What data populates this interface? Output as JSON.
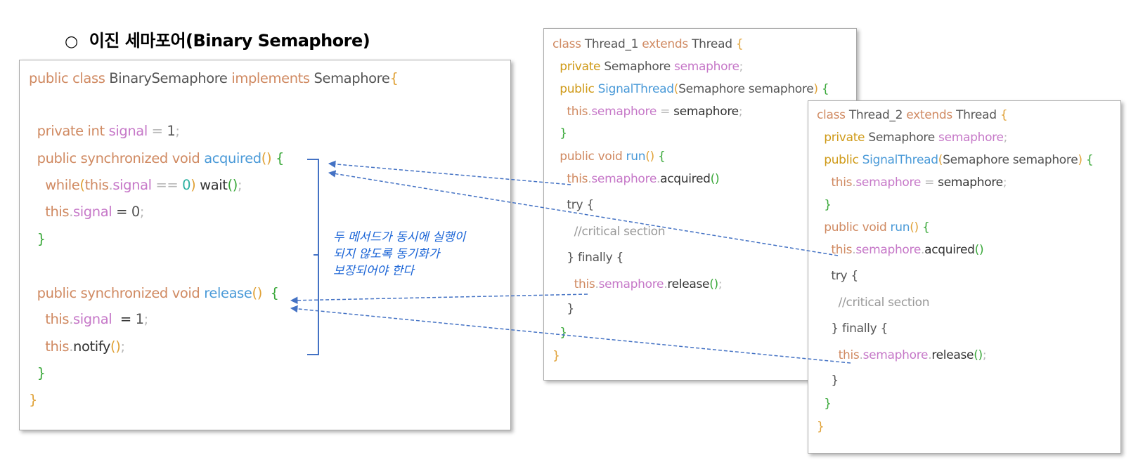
{
  "heading": {
    "bullet": "○",
    "text": "이진 세마포어(Binary Semaphore)"
  },
  "main_code": [
    [
      {
        "t": "public class ",
        "c": "kw"
      },
      {
        "t": "BinarySemaphore ",
        "c": "ty"
      },
      {
        "t": "implements ",
        "c": "kw"
      },
      {
        "t": "Semaphore",
        "c": "ty"
      },
      {
        "t": "{",
        "c": "br"
      }
    ],
    [],
    [
      {
        "t": "  private int ",
        "c": "kw"
      },
      {
        "t": "signal ",
        "c": "pr"
      },
      {
        "t": "= ",
        "c": "op"
      },
      {
        "t": "1",
        "c": "nm"
      },
      {
        "t": ";",
        "c": "op"
      }
    ],
    [
      {
        "t": "  public synchronized void ",
        "c": "kw"
      },
      {
        "t": "acquired",
        "c": "fn"
      },
      {
        "t": "() ",
        "c": "br"
      },
      {
        "t": "{",
        "c": "pa"
      }
    ],
    [
      {
        "t": "    while",
        "c": "kw"
      },
      {
        "t": "(",
        "c": "br"
      },
      {
        "t": "this",
        "c": "th"
      },
      {
        "t": ".",
        "c": "op"
      },
      {
        "t": "signal ",
        "c": "pr"
      },
      {
        "t": "== ",
        "c": "op"
      },
      {
        "t": "0",
        "c": "z"
      },
      {
        "t": ") ",
        "c": "br"
      },
      {
        "t": "wait",
        "c": "pl"
      },
      {
        "t": "()",
        "c": "pa"
      },
      {
        "t": ";",
        "c": "op"
      }
    ],
    [
      {
        "t": "    this",
        "c": "th"
      },
      {
        "t": ".",
        "c": "op"
      },
      {
        "t": "signal ",
        "c": "pr"
      },
      {
        "t": "= ",
        "c": "pl"
      },
      {
        "t": "0",
        "c": "nm"
      },
      {
        "t": ";",
        "c": "op"
      }
    ],
    [
      {
        "t": "  }",
        "c": "pa"
      }
    ],
    [],
    [
      {
        "t": "  public synchronized void ",
        "c": "kw"
      },
      {
        "t": "release",
        "c": "fn"
      },
      {
        "t": "() ",
        "c": "br"
      },
      {
        "t": " {",
        "c": "pa"
      }
    ],
    [
      {
        "t": "    this",
        "c": "th"
      },
      {
        "t": ".",
        "c": "op"
      },
      {
        "t": "signal  ",
        "c": "pr"
      },
      {
        "t": "= ",
        "c": "pl"
      },
      {
        "t": "1",
        "c": "nm"
      },
      {
        "t": ";",
        "c": "op"
      }
    ],
    [
      {
        "t": "    this",
        "c": "th"
      },
      {
        "t": ".",
        "c": "op"
      },
      {
        "t": "notify",
        "c": "pl"
      },
      {
        "t": "()",
        "c": "br"
      },
      {
        "t": ";",
        "c": "op"
      }
    ],
    [
      {
        "t": "  }",
        "c": "pa"
      }
    ],
    [
      {
        "t": "}",
        "c": "br"
      }
    ]
  ],
  "thread1_code": [
    [
      {
        "t": "class ",
        "c": "kw"
      },
      {
        "t": "Thread_1 ",
        "c": "ty"
      },
      {
        "t": "extends ",
        "c": "kw"
      },
      {
        "t": "Thread ",
        "c": "ty"
      },
      {
        "t": "{",
        "c": "br"
      }
    ],
    [
      {
        "t": "  private ",
        "c": "kw2"
      },
      {
        "t": "Semaphore ",
        "c": "ty"
      },
      {
        "t": "semaphore",
        "c": "pr"
      },
      {
        "t": ";",
        "c": "op"
      }
    ],
    [
      {
        "t": "  public ",
        "c": "kw2"
      },
      {
        "t": "SignalThread",
        "c": "fn"
      },
      {
        "t": "(",
        "c": "br"
      },
      {
        "t": "Semaphore semaphore",
        "c": "ty"
      },
      {
        "t": ") ",
        "c": "br"
      },
      {
        "t": "{",
        "c": "pa"
      }
    ],
    [
      {
        "t": "    this",
        "c": "th"
      },
      {
        "t": ".",
        "c": "op"
      },
      {
        "t": "semaphore ",
        "c": "pr"
      },
      {
        "t": "= ",
        "c": "op"
      },
      {
        "t": "semaphore",
        "c": "pl"
      },
      {
        "t": ";",
        "c": "op"
      }
    ],
    [
      {
        "t": "  }",
        "c": "pa"
      }
    ],
    [
      {
        "t": "  public void ",
        "c": "kw"
      },
      {
        "t": "run",
        "c": "fn"
      },
      {
        "t": "() ",
        "c": "br"
      },
      {
        "t": "{",
        "c": "pa"
      }
    ],
    [
      {
        "t": "    this",
        "c": "th"
      },
      {
        "t": ".",
        "c": "op"
      },
      {
        "t": "semaphore",
        "c": "pr"
      },
      {
        "t": ".",
        "c": "op"
      },
      {
        "t": "acquired",
        "c": "pl"
      },
      {
        "t": "()",
        "c": "pa"
      }
    ],
    [
      {
        "t": "    try {",
        "c": "nm"
      }
    ],
    [
      {
        "t": "      //critical section",
        "c": "cm"
      }
    ],
    [
      {
        "t": "    } finally {",
        "c": "nm"
      }
    ],
    [
      {
        "t": "      this",
        "c": "th"
      },
      {
        "t": ".",
        "c": "op"
      },
      {
        "t": "semaphore",
        "c": "pr"
      },
      {
        "t": ".",
        "c": "op"
      },
      {
        "t": "release",
        "c": "pl"
      },
      {
        "t": "()",
        "c": "pa"
      },
      {
        "t": ";",
        "c": "op"
      }
    ],
    [
      {
        "t": "    }",
        "c": "nm"
      }
    ],
    [
      {
        "t": "  }",
        "c": "pa"
      }
    ],
    [
      {
        "t": "}",
        "c": "br"
      }
    ]
  ],
  "thread2_code": [
    [
      {
        "t": "class ",
        "c": "kw"
      },
      {
        "t": "Thread_2 ",
        "c": "ty"
      },
      {
        "t": "extends ",
        "c": "kw"
      },
      {
        "t": "Thread ",
        "c": "ty"
      },
      {
        "t": "{",
        "c": "br"
      }
    ],
    [
      {
        "t": "  private ",
        "c": "kw2"
      },
      {
        "t": "Semaphore ",
        "c": "ty"
      },
      {
        "t": "semaphore",
        "c": "pr"
      },
      {
        "t": ";",
        "c": "op"
      }
    ],
    [
      {
        "t": "  public ",
        "c": "kw2"
      },
      {
        "t": "SignalThread",
        "c": "fn"
      },
      {
        "t": "(",
        "c": "br"
      },
      {
        "t": "Semaphore semaphore",
        "c": "ty"
      },
      {
        "t": ") ",
        "c": "br"
      },
      {
        "t": "{",
        "c": "pa"
      }
    ],
    [
      {
        "t": "    this",
        "c": "th"
      },
      {
        "t": ".",
        "c": "op"
      },
      {
        "t": "semaphore ",
        "c": "pr"
      },
      {
        "t": "= ",
        "c": "op"
      },
      {
        "t": "semaphore",
        "c": "pl"
      },
      {
        "t": ";",
        "c": "op"
      }
    ],
    [
      {
        "t": "  }",
        "c": "pa"
      }
    ],
    [
      {
        "t": "  public void ",
        "c": "kw"
      },
      {
        "t": "run",
        "c": "fn"
      },
      {
        "t": "() ",
        "c": "br"
      },
      {
        "t": "{",
        "c": "pa"
      }
    ],
    [
      {
        "t": "    this",
        "c": "th"
      },
      {
        "t": ".",
        "c": "op"
      },
      {
        "t": "semaphore",
        "c": "pr"
      },
      {
        "t": ".",
        "c": "op"
      },
      {
        "t": "acquired",
        "c": "pl"
      },
      {
        "t": "()",
        "c": "pa"
      }
    ],
    [
      {
        "t": "    try {",
        "c": "nm"
      }
    ],
    [
      {
        "t": "      //critical section",
        "c": "cm"
      }
    ],
    [
      {
        "t": "    } finally {",
        "c": "nm"
      }
    ],
    [
      {
        "t": "      this",
        "c": "th"
      },
      {
        "t": ".",
        "c": "op"
      },
      {
        "t": "semaphore",
        "c": "pr"
      },
      {
        "t": ".",
        "c": "op"
      },
      {
        "t": "release",
        "c": "pl"
      },
      {
        "t": "()",
        "c": "pa"
      },
      {
        "t": ";",
        "c": "op"
      }
    ],
    [
      {
        "t": "    }",
        "c": "nm"
      }
    ],
    [
      {
        "t": "  }",
        "c": "pa"
      }
    ],
    [
      {
        "t": "}",
        "c": "br"
      }
    ]
  ],
  "annotation": {
    "lines": [
      "두 메서드가 동시에 실행이",
      "되지 않도록 동기화가",
      "보장되어야 한다"
    ]
  },
  "colors": {
    "arrow": "#4472c4",
    "annotation": "#1a64d6",
    "keyword": "#d08a62",
    "method": "#4a9ad8",
    "field": "#c678c8",
    "paren": "#3aa83a"
  }
}
